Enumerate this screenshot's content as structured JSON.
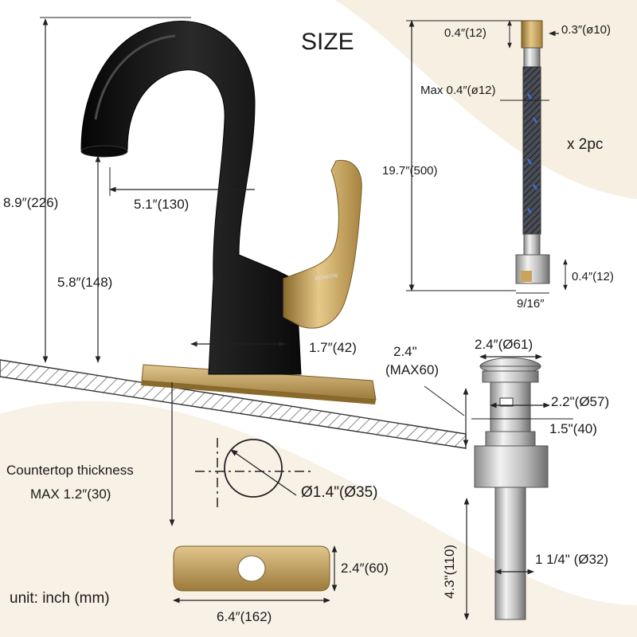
{
  "title": "SIZE",
  "colors": {
    "background_swoosh": "#f7efe2",
    "faucet_black": "#141414",
    "brass_gold": "#c9a55a",
    "hose_blue": "#3b6fd8",
    "dim_line": "#222222"
  },
  "faucet": {
    "total_height": "8.9″(226)",
    "spout_reach": "5.1″(130)",
    "spout_height": "5.8″(148)",
    "base_diameter": "1.7″(42)"
  },
  "hose": {
    "nut_height": "0.4″(12)",
    "tip_diameter": "0.3″(ø10)",
    "max_diameter": "Max 0.4″(ø12)",
    "length": "19.7″(500)",
    "quantity": "x 2pc",
    "bottom_nut_height": "0.4″(12)",
    "thread": "9/16″"
  },
  "drain": {
    "cap_diameter": "2.4″(Ø61)",
    "adjust_range_line1": "2.4\"",
    "adjust_range_line2": "(MAX60)",
    "body_diameter": "2.2\"(Ø57)",
    "body_height": "1.5\"(40)",
    "tail_length": "4.3\"(110)",
    "tail_diameter": "1 1/4\" (Ø32)"
  },
  "countertop": {
    "thickness_line1": "Countertop thickness",
    "thickness_line2": "MAX 1.2″(30)",
    "hole_diameter": "Ø1.4\"(Ø35)"
  },
  "plate": {
    "height": "2.4″(60)",
    "width": "6.4″(162)"
  },
  "unit_note": "unit: inch (mm)",
  "brand": "BOWOW"
}
